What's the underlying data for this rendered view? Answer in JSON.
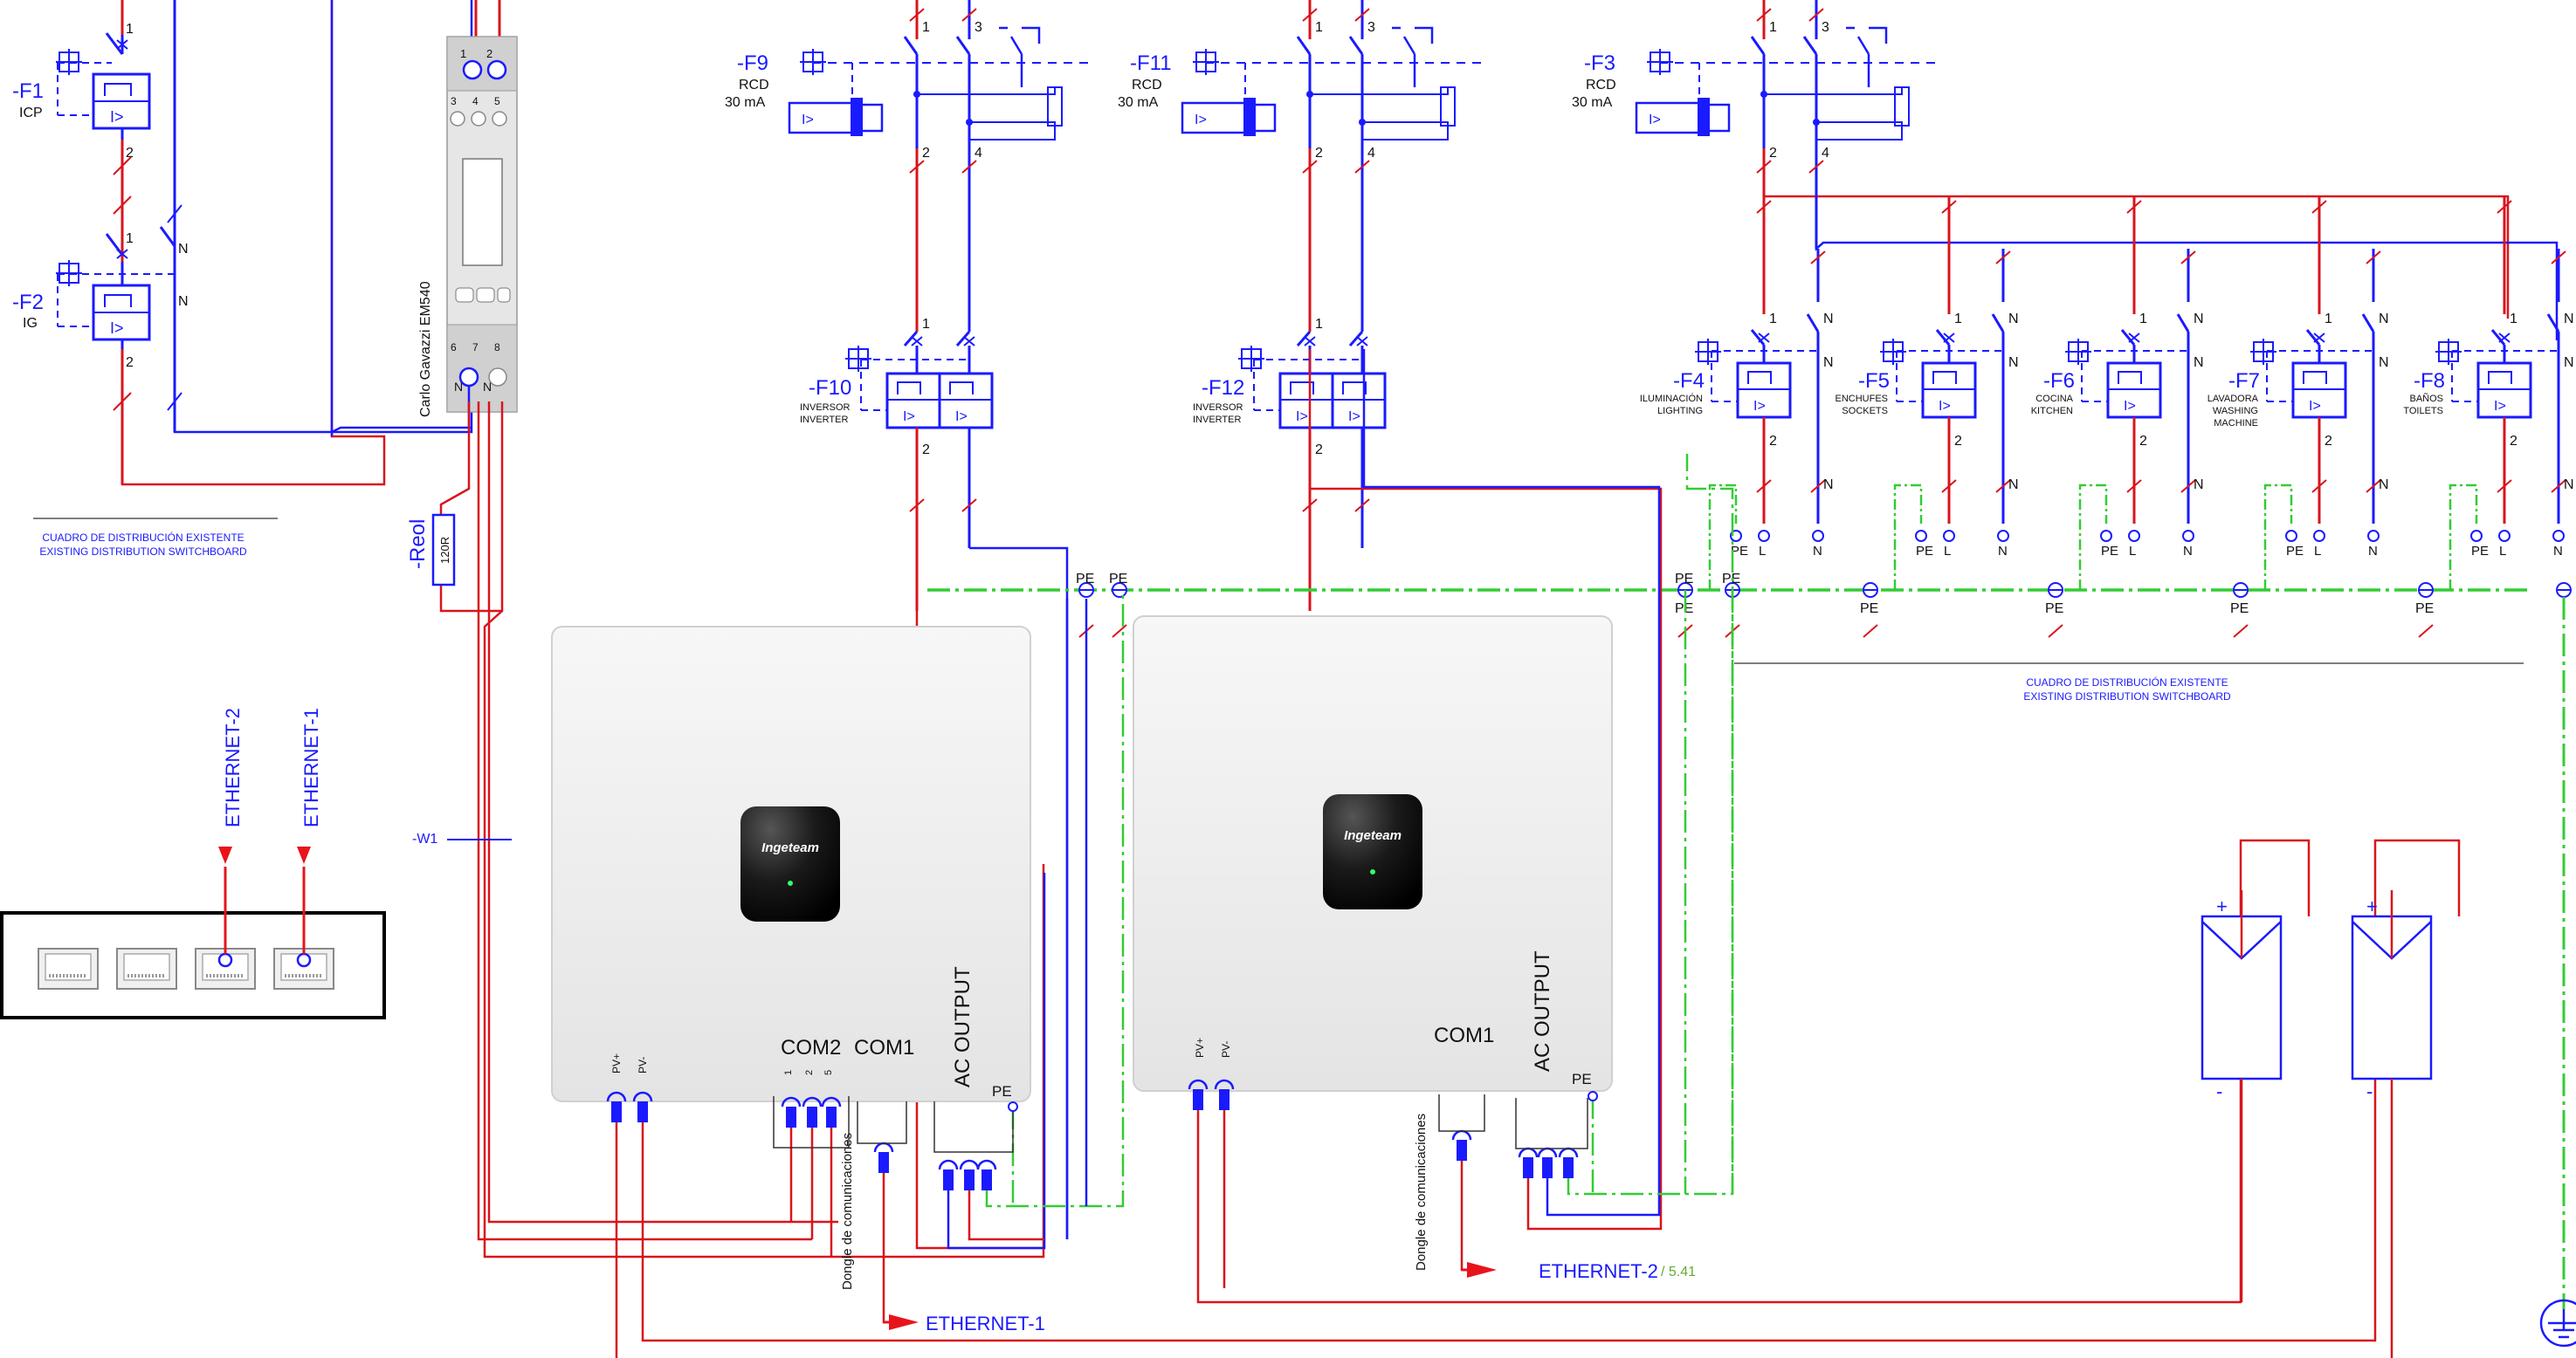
{
  "colors": {
    "phase": "#d9141c",
    "neutral": "#1a1aff",
    "earth": "#33cc33",
    "text_blue": "#1a1aff",
    "ethernet": "#e8141c",
    "frame": "#000000"
  },
  "breakers_left": [
    {
      "tag": "-F1",
      "name": "ICP",
      "pole_top": "1",
      "pole_bottom": "2"
    },
    {
      "tag": "-F2",
      "name": "IG",
      "pole_top": "1",
      "pole_bottom": "2",
      "neutral": "N"
    }
  ],
  "meter": {
    "name": "Carlo Gavazzi EM540",
    "terminals_top": [
      "1",
      "2"
    ],
    "terminals_mid": [
      "3",
      "4",
      "5"
    ],
    "terminals_bottom": [
      "6",
      "7",
      "8"
    ],
    "bottom_labels": [
      "N",
      "N"
    ]
  },
  "reol": {
    "tag": "-Reol",
    "value": "120R"
  },
  "switchboard_note_left": [
    "CUADRO DE DISTRIBUCIÓN EXISTENTE",
    "EXISTING DISTRIBUTION SWITCHBOARD"
  ],
  "switchboard_note_right": [
    "CUADRO DE DISTRIBUCIÓN EXISTENTE",
    "EXISTING DISTRIBUTION SWITCHBOARD"
  ],
  "rcds": [
    {
      "tag": "-F9",
      "type": "RCD",
      "rating": "30 mA",
      "poles": [
        "1",
        "3",
        "2",
        "4"
      ]
    },
    {
      "tag": "-F11",
      "type": "RCD",
      "rating": "30 mA",
      "poles": [
        "1",
        "3",
        "2",
        "4"
      ]
    },
    {
      "tag": "-F3",
      "type": "RCD",
      "rating": "30 mA",
      "poles": [
        "1",
        "3",
        "2",
        "4"
      ]
    }
  ],
  "inverter_breakers": [
    {
      "tag": "-F10",
      "desc_es": "INVERSOR",
      "desc_en": "INVERTER",
      "pole_top": "1",
      "pole_bottom": "2",
      "trip": "I>"
    },
    {
      "tag": "-F12",
      "desc_es": "INVERSOR",
      "desc_en": "INVERTER",
      "pole_top": "1",
      "pole_bottom": "2",
      "trip": "I>"
    }
  ],
  "circuits": [
    {
      "tag": "-F4",
      "desc_es": "ILUMINACIÓN",
      "desc_en": "LIGHTING",
      "desc_3": ""
    },
    {
      "tag": "-F5",
      "desc_es": "ENCHUFES",
      "desc_en": "SOCKETS",
      "desc_3": ""
    },
    {
      "tag": "-F6",
      "desc_es": "COCINA",
      "desc_en": "KITCHEN",
      "desc_3": ""
    },
    {
      "tag": "-F7",
      "desc_es": "LAVADORA",
      "desc_en": "WASHING",
      "desc_3": "MACHINE"
    },
    {
      "tag": "-F8",
      "desc_es": "BAÑOS",
      "desc_en": "TOILETS",
      "desc_3": ""
    }
  ],
  "circuit_terminals": {
    "pe": "PE",
    "line": "L",
    "neutral": "N",
    "pole_top": "1",
    "pole_bottom": "2",
    "trip": "I>"
  },
  "earth_bar_label": "PE",
  "ethernet_labels": [
    "ETHERNET-2",
    "ETHERNET-1"
  ],
  "w1_label": "-W1",
  "inverters": [
    {
      "brand": "Ingeteam",
      "ports": {
        "pv_plus": "PV+",
        "pv_minus": "PV-",
        "com2": "COM2",
        "com1": "COM1",
        "ac_output": "AC OUTPUT",
        "pe": "PE",
        "com2_pins": [
          "1",
          "2",
          "5"
        ]
      },
      "dongle": "Dongle de comunicaciones",
      "ethernet": "ETHERNET-1",
      "ethernet_ref": ""
    },
    {
      "brand": "Ingeteam",
      "ports": {
        "pv_plus": "PV+",
        "pv_minus": "PV-",
        "com2": "",
        "com1": "COM1",
        "ac_output": "AC OUTPUT",
        "pe": "PE",
        "com2_pins": []
      },
      "dongle": "Dongle de comunicaciones",
      "ethernet": "ETHERNET-2",
      "ethernet_ref": "/ 5.41"
    }
  ],
  "pv_panels": [
    {
      "plus": "+",
      "minus": "-"
    },
    {
      "plus": "+",
      "minus": "-"
    }
  ]
}
